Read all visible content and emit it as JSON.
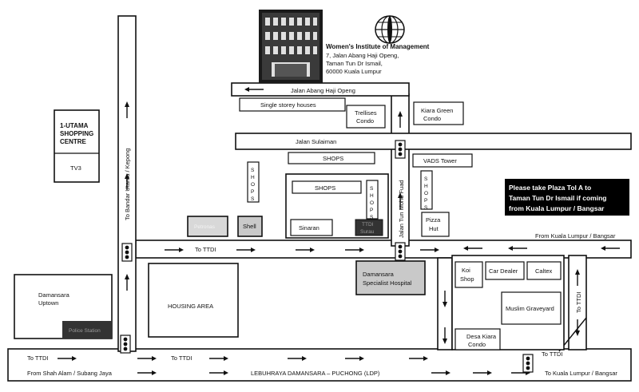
{
  "header": {
    "org_name": "Women's Institute of Management",
    "address_line1": "7, Jalan Abang Haji Openg,",
    "address_line2": "Taman Tun Dr Ismail,",
    "address_line3": "60000 Kuala Lumpur"
  },
  "roads": {
    "jalan_abang": "Jalan Abang Haji Openg",
    "jalan_sulaiman": "Jalan Sulaiman",
    "jalan_tun": "Jalan Tun Mohd Fuad",
    "bandar_utama": "To Bandar Utama / Kepong",
    "to_ttdi_1": "To TTDI",
    "to_ttdi_2": "To TTDI",
    "to_ttdi_3": "To TTDI",
    "to_ttdi_4": "To TTDI",
    "to_ttdi_5": "To TTDI",
    "from_kl": "From Kuala Lumpur / Bangsar",
    "from_shah_alam": "From Shah Alam / Subang Jaya",
    "ldp": "LEBUHRAYA DAMANSARA – PUCHONG (LDP)",
    "to_kl": "To Kuala Lumpur / Bangsar"
  },
  "places": {
    "utama_1": "1-UTAMA",
    "utama_2": "SHOPPING",
    "utama_3": "CENTRE",
    "tv3": "TV3",
    "single_storey": "Single storey houses",
    "trellises_1": "Trellises",
    "trellises_2": "Condo",
    "kiara_green_1": "Kiara Green",
    "kiara_green_2": "Condo",
    "shops_top": "SHOPS",
    "shops_mid": "SHOPS",
    "shops_v": "S H O P S",
    "vads": "VADS Tower",
    "petronas": "Petronas",
    "shell": "Shell",
    "sinaran": "Sinaran",
    "ttdi_surau_1": "TTDI",
    "ttdi_surau_2": "Surau",
    "pizza_1": "Pizza",
    "pizza_2": "Hut",
    "damansara_uptown_1": "Damansara",
    "damansara_uptown_2": "Uptown",
    "police": "Police Station",
    "housing": "HOUSING AREA",
    "hospital_1": "Damansara",
    "hospital_2": "Specialist Hospital",
    "koi_1": "Koi",
    "koi_2": "Shop",
    "car_dealer": "Car Dealer",
    "caltex": "Caltex",
    "muslim": "Muslim Graveyard",
    "desa_1": "Desa Kiara",
    "desa_2": "Condo"
  },
  "note": {
    "line1": "Please take Plaza Tol A to",
    "line2": "Taman Tun Dr Ismail if coming",
    "line3": "from Kuala Lumpur / Bangsar"
  }
}
